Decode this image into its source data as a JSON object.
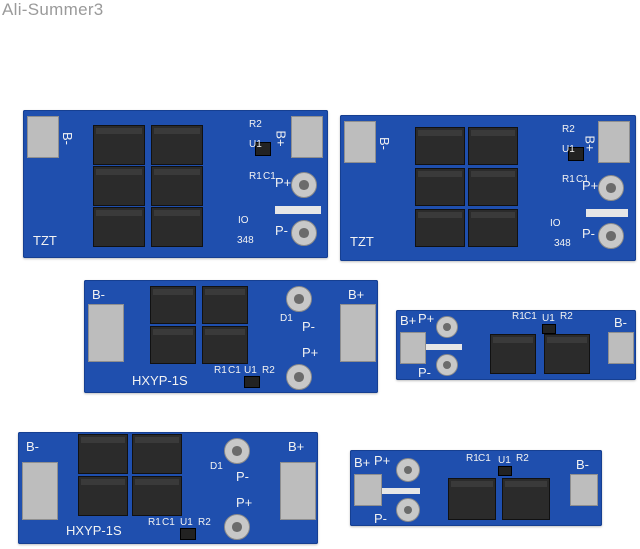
{
  "watermark": "Ali-Summer3",
  "boards": {
    "b1": {
      "bminus": "B-",
      "bplus": "B+",
      "pplus": "P+",
      "pminus": "P-",
      "code": "TZT",
      "num": "348",
      "r1": "R1",
      "r2": "R2",
      "c1": "C1",
      "u1": "U1",
      "io": "IO"
    },
    "b2": {
      "bminus": "B-",
      "bplus": "B+",
      "pplus": "P+",
      "pminus": "P-",
      "code": "TZT",
      "num": "348",
      "r1": "R1",
      "r2": "R2",
      "c1": "C1",
      "u1": "U1",
      "io": "IO"
    },
    "b3": {
      "bminus": "B-",
      "bplus": "B+",
      "pminus": "P-",
      "pplus": "P+",
      "d1": "D1",
      "model": "HXYP-1S",
      "r1": "R1",
      "c1": "C1",
      "u1": "U1",
      "r2": "R2"
    },
    "b4": {
      "bplus": "B+",
      "pplus": "P+",
      "pminus": "P-",
      "bminus": "B-",
      "r1": "R1",
      "c1": "C1",
      "u1": "U1",
      "r2": "R2"
    },
    "b5": {
      "bminus": "B-",
      "bplus": "B+",
      "pminus": "P-",
      "pplus": "P+",
      "d1": "D1",
      "model": "HXYP-1S",
      "r1": "R1",
      "c1": "C1",
      "u1": "U1",
      "r2": "R2"
    },
    "b6": {
      "bplus": "B+",
      "pplus": "P+",
      "pminus": "P-",
      "bminus": "B-",
      "r1": "R1",
      "c1": "C1",
      "u1": "U1",
      "r2": "R2"
    }
  }
}
